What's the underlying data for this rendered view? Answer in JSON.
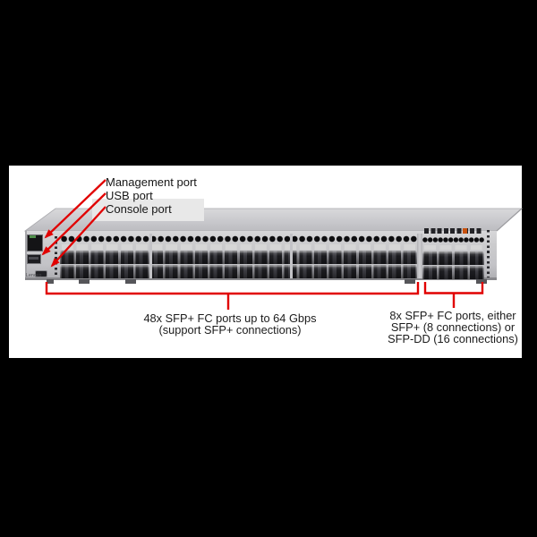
{
  "diagram": {
    "type": "hardware-callout-diagram",
    "device": {
      "brand": "Lenovo",
      "kind": "1U Fibre Channel SAN switch, front view",
      "port_layout": {
        "main_block_columns": 24,
        "main_block_rows": 2,
        "main_block_total_ports": 48,
        "right_block_columns": 4,
        "right_block_rows": 2,
        "right_block_total_ports": 8
      }
    },
    "callouts": {
      "management": "Management port",
      "usb": "USB port",
      "console": "Console port"
    },
    "annotations": {
      "ports48": {
        "line1": "48x SFP+ FC ports up to 64 Gbps",
        "line2": "(support SFP+ connections)"
      },
      "ports8": {
        "line1": "8x SFP+ FC ports, either",
        "line2": "SFP+ (8 connections) or",
        "line3": "SFP-DD (16 connections)"
      }
    },
    "colors": {
      "callout_red": "#e10000",
      "background_black": "#000000",
      "panel_white": "#ffffff",
      "label_box_gray": "#e8e8e8",
      "chassis_gray": "#c8c8ca",
      "amber_led": "#c9520e"
    }
  }
}
